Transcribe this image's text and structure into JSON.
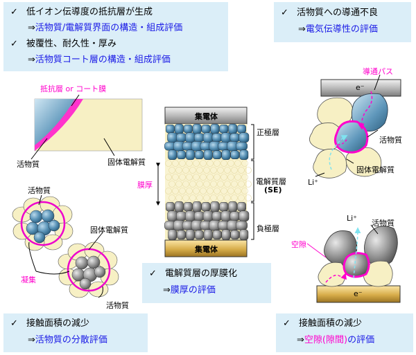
{
  "colors": {
    "box_bg": "#dbeef8",
    "accent_blue": "#1a1ae6",
    "accent_pink": "#ff00cc",
    "active_material": "#4a85a8",
    "electrolyte": "#f7f0c4",
    "conductive_carbon": "#8a8a8a",
    "current_collector_gray": "#c7c7c7",
    "current_collector_gold": "#c9a13a"
  },
  "icons": {
    "check": "check-icon",
    "arrow": "double-arrow-icon"
  },
  "top_left": {
    "check": "✓",
    "arrow": "⇒",
    "l1": "低イオン伝導度の抵抗層が生成",
    "l2": "活物質/電解質界面の構造・組成評価",
    "l3": "被覆性、耐久性・厚み",
    "l4": "活物質コート層の構造・組成評価"
  },
  "top_right": {
    "check": "✓",
    "arrow": "⇒",
    "l1": "活物質への導通不良",
    "l2": "電気伝導性の評価"
  },
  "middle": {
    "check": "✓",
    "arrow": "⇒",
    "l1": "電解質層の厚膜化",
    "l2": "膜厚の評価"
  },
  "bottom_left": {
    "check": "✓",
    "arrow": "⇒",
    "l1": "接触面積の減少",
    "l2": "活物質の分散評価"
  },
  "bottom_right": {
    "check": "✓",
    "arrow": "⇒",
    "l1": "接触面積の減少",
    "l2_prefix": "空隙(隙間)",
    "l2_suffix": "の評価"
  },
  "interface": {
    "coat_label": "抵抗層 or コート膜",
    "active_label": "活物質",
    "electrolyte_label": "固体電解質"
  },
  "agglomerate": {
    "active_top": "活物質",
    "electrolyte": "固体電解質",
    "agglomeration": "凝集",
    "active_bottom": "活物質"
  },
  "cell": {
    "collector_top": "集電体",
    "collector_bottom": "集電体",
    "cathode": "正極層",
    "electrolyte_layer": "電解質層",
    "se": "(SE)",
    "anode": "負極層",
    "thickness": "膜厚"
  },
  "conduction": {
    "path": "導通パス",
    "electron": "e⁻",
    "active": "活物質",
    "electrolyte": "固体電解質",
    "li": "Li⁺"
  },
  "void": {
    "li": "Li⁺",
    "active": "活物質",
    "void": "空隙",
    "electron": "e⁻"
  }
}
